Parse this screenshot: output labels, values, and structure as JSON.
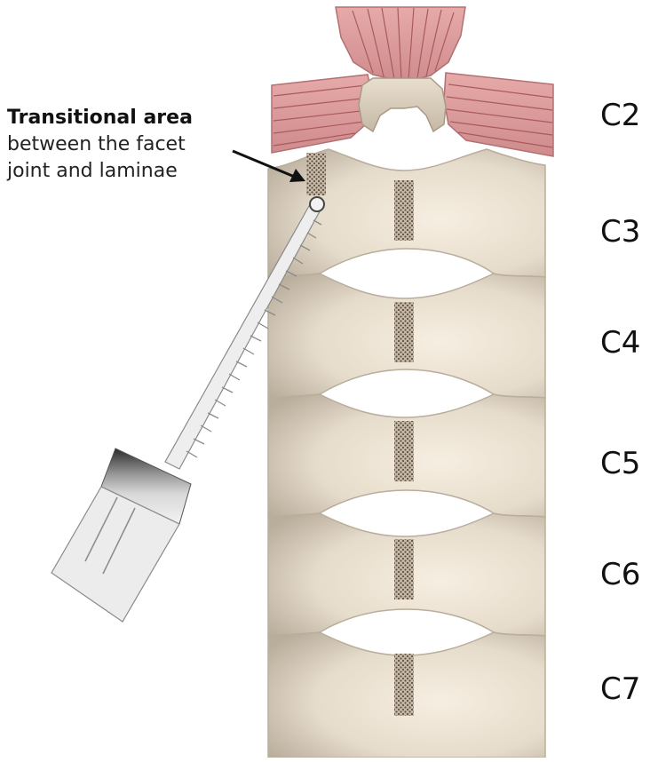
{
  "annotation": {
    "title": "Transitional area",
    "line2": "between the facet",
    "line3": "joint and laminae"
  },
  "levels": [
    {
      "label": "C2"
    },
    {
      "label": "C3"
    },
    {
      "label": "C4"
    },
    {
      "label": "C5"
    },
    {
      "label": "C6"
    },
    {
      "label": "C7"
    }
  ],
  "colors": {
    "bone_light": "#f4ebdc",
    "bone_dark": "#c9bcaa",
    "muscle": "#d9999a",
    "muscle_line": "#a85a5c",
    "stipple": "#8a7c6c",
    "instrument": "#e6e6e6"
  }
}
